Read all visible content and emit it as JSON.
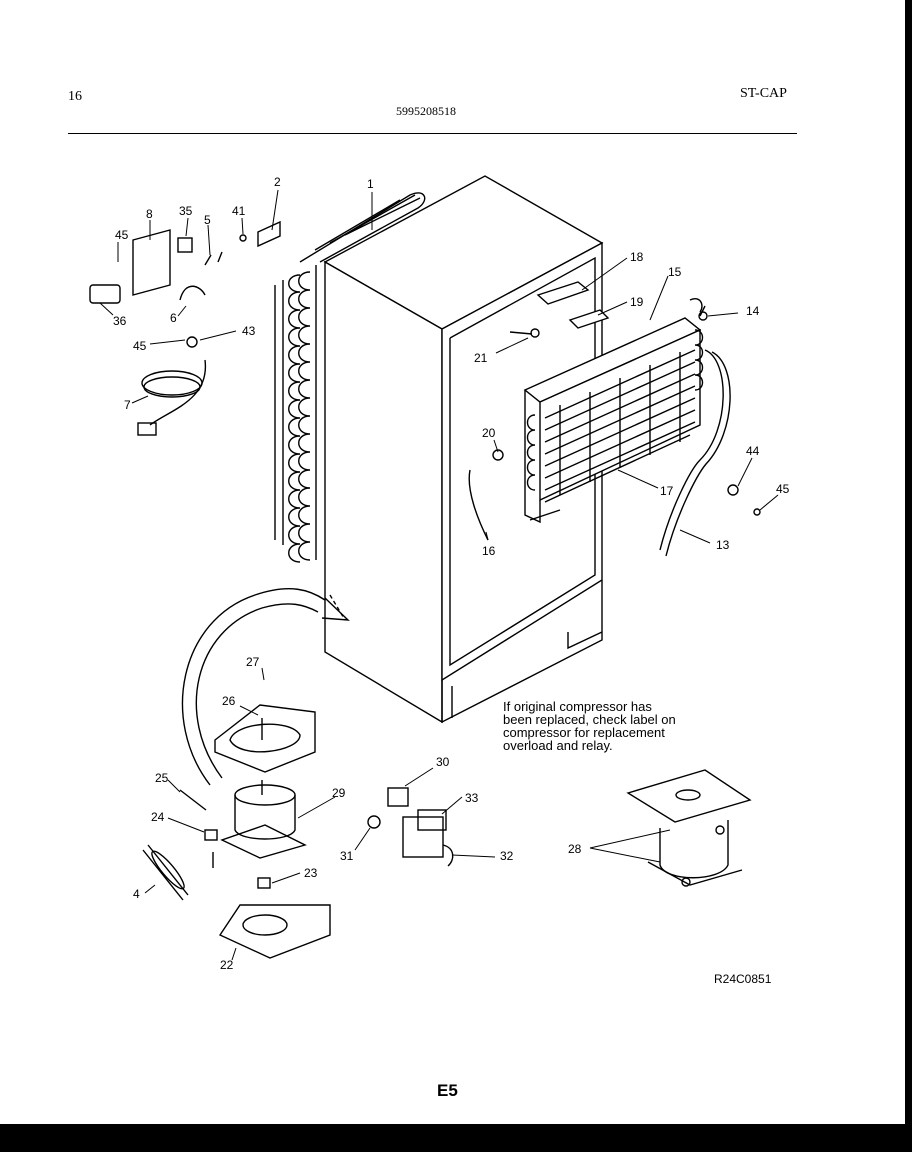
{
  "header": {
    "page_number": "16",
    "part_number": "5995208518",
    "section": "ST-CAP"
  },
  "callouts": [
    {
      "id": "c1",
      "label": "1"
    },
    {
      "id": "c2",
      "label": "2"
    },
    {
      "id": "c4",
      "label": "4"
    },
    {
      "id": "c5",
      "label": "5"
    },
    {
      "id": "c6",
      "label": "6"
    },
    {
      "id": "c7",
      "label": "7"
    },
    {
      "id": "c8",
      "label": "8"
    },
    {
      "id": "c13",
      "label": "13"
    },
    {
      "id": "c14",
      "label": "14"
    },
    {
      "id": "c15",
      "label": "15"
    },
    {
      "id": "c16",
      "label": "16"
    },
    {
      "id": "c17",
      "label": "17"
    },
    {
      "id": "c18",
      "label": "18"
    },
    {
      "id": "c19",
      "label": "19"
    },
    {
      "id": "c20",
      "label": "20"
    },
    {
      "id": "c21",
      "label": "21"
    },
    {
      "id": "c22",
      "label": "22"
    },
    {
      "id": "c23",
      "label": "23"
    },
    {
      "id": "c24",
      "label": "24"
    },
    {
      "id": "c25",
      "label": "25"
    },
    {
      "id": "c26",
      "label": "26"
    },
    {
      "id": "c27",
      "label": "27"
    },
    {
      "id": "c28",
      "label": "28"
    },
    {
      "id": "c29",
      "label": "29"
    },
    {
      "id": "c30",
      "label": "30"
    },
    {
      "id": "c31",
      "label": "31"
    },
    {
      "id": "c32",
      "label": "32"
    },
    {
      "id": "c33",
      "label": "33"
    },
    {
      "id": "c35",
      "label": "35"
    },
    {
      "id": "c36",
      "label": "36"
    },
    {
      "id": "c41",
      "label": "41"
    },
    {
      "id": "c43",
      "label": "43"
    },
    {
      "id": "c44",
      "label": "44"
    },
    {
      "id": "c45a",
      "label": "45"
    },
    {
      "id": "c45b",
      "label": "45"
    },
    {
      "id": "c45c",
      "label": "45"
    }
  ],
  "note": "If original compressor has\nbeen replaced, check label on\ncompressor for replacement\noverload and relay.",
  "drawing_ref": "R24C0851",
  "page_id": "E5"
}
